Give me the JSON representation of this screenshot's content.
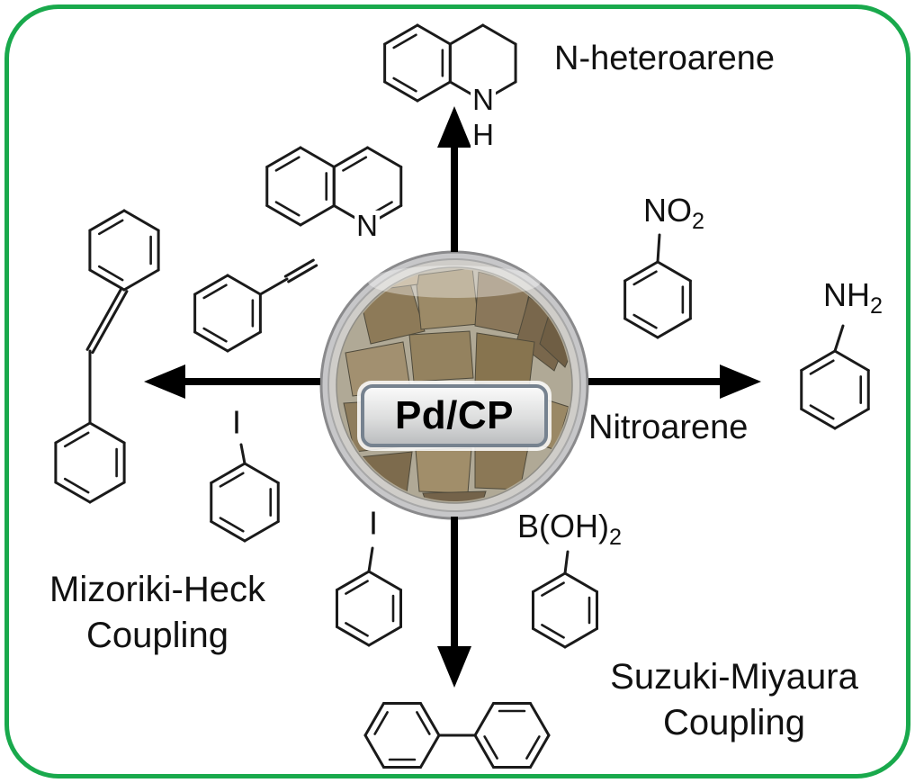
{
  "center_badge": {
    "label": "Pd/CP"
  },
  "top_reaction": {
    "product_name": "N-heteroarene",
    "amine_n": "N",
    "amine_h": "H",
    "quinoline_n": "N"
  },
  "right_reaction": {
    "nitro_group": {
      "main": "NO",
      "sub": "2"
    },
    "amine_group": {
      "main": "NH",
      "sub": "2"
    },
    "label": "Nitroarene"
  },
  "left_reaction": {
    "iodo_label": "I",
    "label_line1": "Mizoriki-Heck",
    "label_line2": "Coupling"
  },
  "bottom_reaction": {
    "iodo_label": "I",
    "boronic_group": {
      "main": "B(OH)",
      "sub": "2"
    },
    "label_line1": "Suzuki-Miyaura",
    "label_line2": "Coupling"
  },
  "colors": {
    "border": "#19a94c",
    "arrow": "#000000",
    "bond": "#1a1a1a",
    "badge_border": "#76828f"
  }
}
